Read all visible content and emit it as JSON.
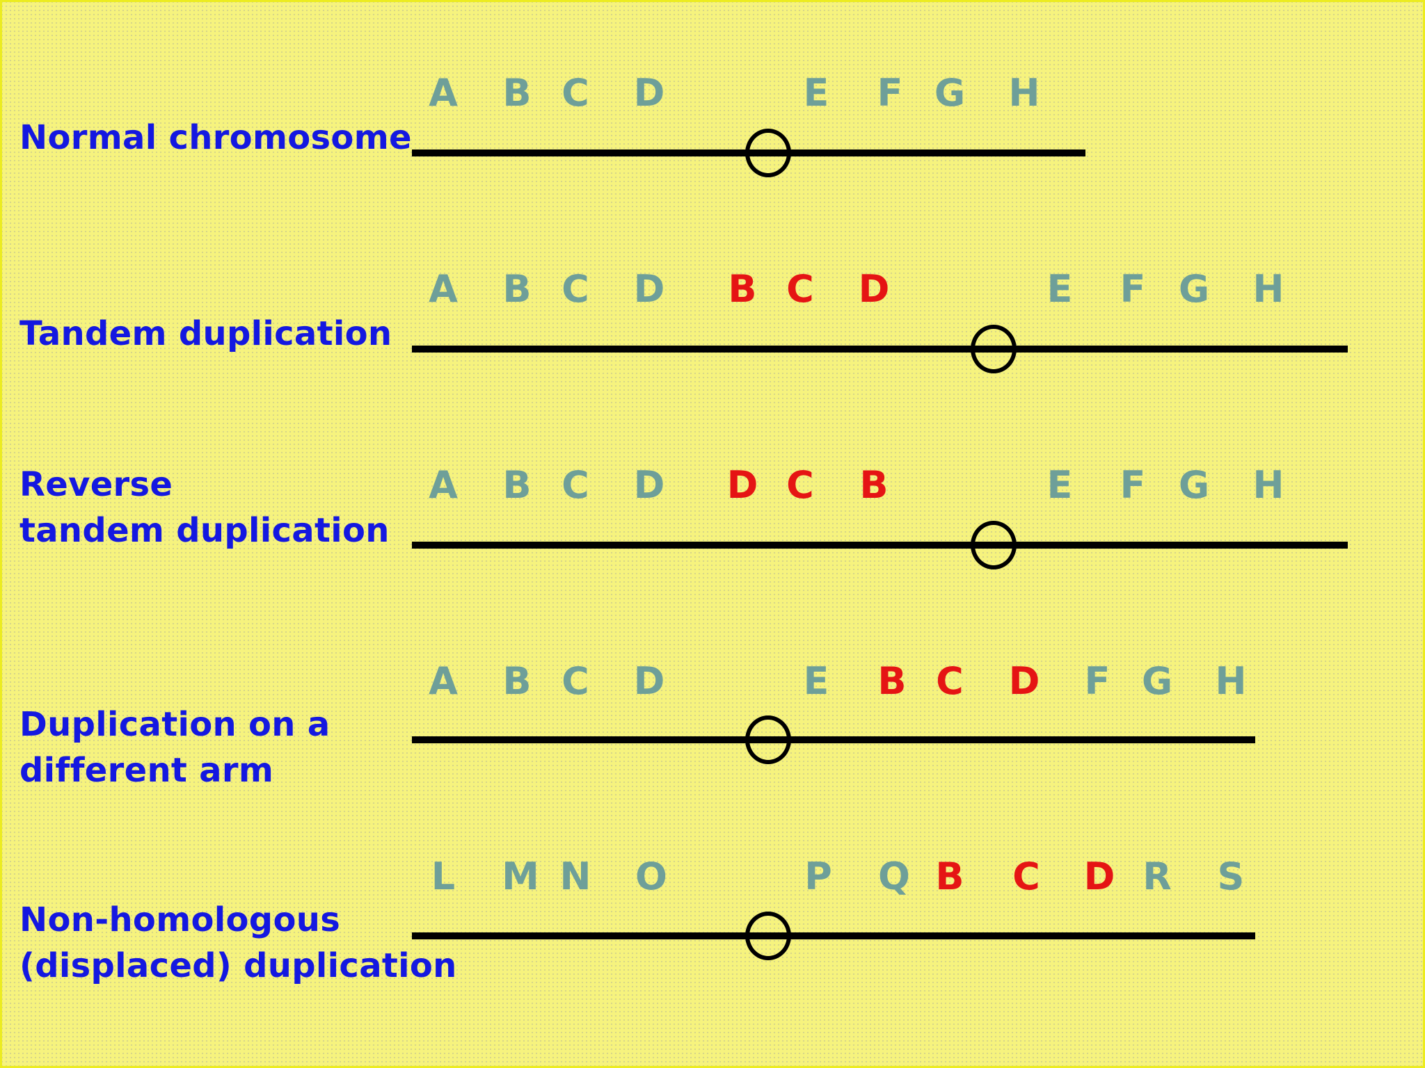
{
  "rows": [
    {
      "label_lines": [
        "Normal chromosome"
      ],
      "genes": [
        {
          "t": "A",
          "dup": false
        },
        {
          "t": "B",
          "dup": false
        },
        {
          "t": "C",
          "dup": false
        },
        {
          "t": "D",
          "dup": false
        },
        {
          "t": "E",
          "dup": false
        },
        {
          "t": "F",
          "dup": false
        },
        {
          "t": "G",
          "dup": false
        },
        {
          "t": "H",
          "dup": false
        }
      ]
    },
    {
      "label_lines": [
        "Tandem duplication"
      ],
      "genes": [
        {
          "t": "A",
          "dup": false
        },
        {
          "t": "B",
          "dup": false
        },
        {
          "t": "C",
          "dup": false
        },
        {
          "t": "D",
          "dup": false
        },
        {
          "t": "B",
          "dup": true
        },
        {
          "t": "C",
          "dup": true
        },
        {
          "t": "D",
          "dup": true
        },
        {
          "t": "E",
          "dup": false
        },
        {
          "t": "F",
          "dup": false
        },
        {
          "t": "G",
          "dup": false
        },
        {
          "t": "H",
          "dup": false
        }
      ]
    },
    {
      "label_lines": [
        "Reverse",
        "tandem duplication"
      ],
      "genes": [
        {
          "t": "A",
          "dup": false
        },
        {
          "t": "B",
          "dup": false
        },
        {
          "t": "C",
          "dup": false
        },
        {
          "t": "D",
          "dup": false
        },
        {
          "t": "D",
          "dup": true
        },
        {
          "t": "C",
          "dup": true
        },
        {
          "t": "B",
          "dup": true
        },
        {
          "t": "E",
          "dup": false
        },
        {
          "t": "F",
          "dup": false
        },
        {
          "t": "G",
          "dup": false
        },
        {
          "t": "H",
          "dup": false
        }
      ]
    },
    {
      "label_lines": [
        "Duplication on a",
        "different arm"
      ],
      "genes": [
        {
          "t": "A",
          "dup": false
        },
        {
          "t": "B",
          "dup": false
        },
        {
          "t": "C",
          "dup": false
        },
        {
          "t": "D",
          "dup": false
        },
        {
          "t": "E",
          "dup": false
        },
        {
          "t": "B",
          "dup": true
        },
        {
          "t": "C",
          "dup": true
        },
        {
          "t": "D",
          "dup": true
        },
        {
          "t": "F",
          "dup": false
        },
        {
          "t": "G",
          "dup": false
        },
        {
          "t": "H",
          "dup": false
        }
      ]
    },
    {
      "label_lines": [
        "Non-homologous",
        "(displaced) duplication"
      ],
      "genes": [
        {
          "t": "L",
          "dup": false
        },
        {
          "t": "M",
          "dup": false
        },
        {
          "t": "N",
          "dup": false
        },
        {
          "t": "O",
          "dup": false
        },
        {
          "t": "P",
          "dup": false
        },
        {
          "t": "Q",
          "dup": false
        },
        {
          "t": "B",
          "dup": true
        },
        {
          "t": "C",
          "dup": true
        },
        {
          "t": "D",
          "dup": true
        },
        {
          "t": "R",
          "dup": false
        },
        {
          "t": "S",
          "dup": false
        }
      ]
    }
  ],
  "colors": {
    "background": "#f6f37e",
    "label": "#1418e0",
    "gene_normal": "#6e9f99",
    "gene_duplicated": "#e51414",
    "chromosome": "#000000"
  }
}
